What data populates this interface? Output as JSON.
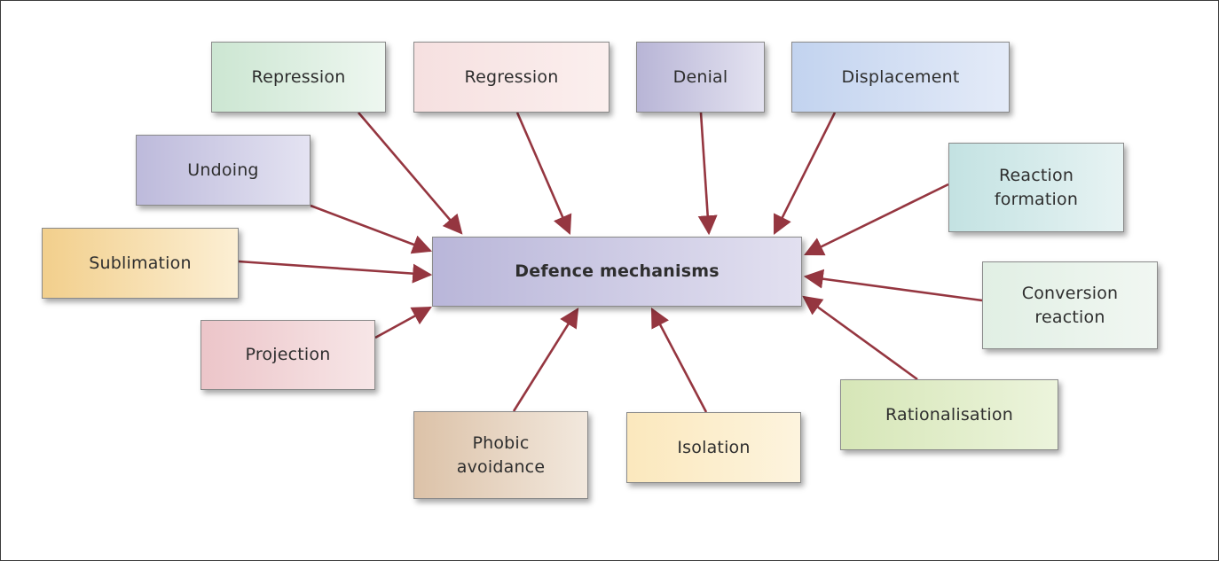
{
  "center": {
    "label": "Defence mechanisms",
    "color_from": "#b9b6d9",
    "color_to": "#e2e0f0"
  },
  "arrow_color": "#953640",
  "mechanisms": [
    {
      "id": "repression",
      "label": "Repression",
      "color_from": "#cce6d2",
      "color_to": "#eef7f0"
    },
    {
      "id": "regression",
      "label": "Regression",
      "color_from": "#f6e0e0",
      "color_to": "#fbefee"
    },
    {
      "id": "denial",
      "label": "Denial",
      "color_from": "#b8b5d6",
      "color_to": "#e4e3f1"
    },
    {
      "id": "displacement",
      "label": "Displacement",
      "color_from": "#c2d3ef",
      "color_to": "#e4ebf8"
    },
    {
      "id": "undoing",
      "label": "Undoing",
      "color_from": "#bdbadb",
      "color_to": "#e4e3f2"
    },
    {
      "id": "reaction-formation",
      "label": "Reaction formation",
      "color_from": "#c3e2e2",
      "color_to": "#e7f3f3"
    },
    {
      "id": "sublimation",
      "label": "Sublimation",
      "color_from": "#f2cf8c",
      "color_to": "#fcefd4"
    },
    {
      "id": "conversion-reaction",
      "label": "Conversion reaction",
      "color_from": "#e1efe4",
      "color_to": "#f1f7f2"
    },
    {
      "id": "projection",
      "label": "Projection",
      "color_from": "#ecc5c9",
      "color_to": "#f7e6e7"
    },
    {
      "id": "rationalisation",
      "label": "Rationalisation",
      "color_from": "#d6e6b7",
      "color_to": "#ecf4dc"
    },
    {
      "id": "phobic-avoidance",
      "label": "Phobic avoidance",
      "color_from": "#dcc2a8",
      "color_to": "#f2e8dd"
    },
    {
      "id": "isolation",
      "label": "Isolation",
      "color_from": "#fbe8bd",
      "color_to": "#fdf4de"
    }
  ]
}
